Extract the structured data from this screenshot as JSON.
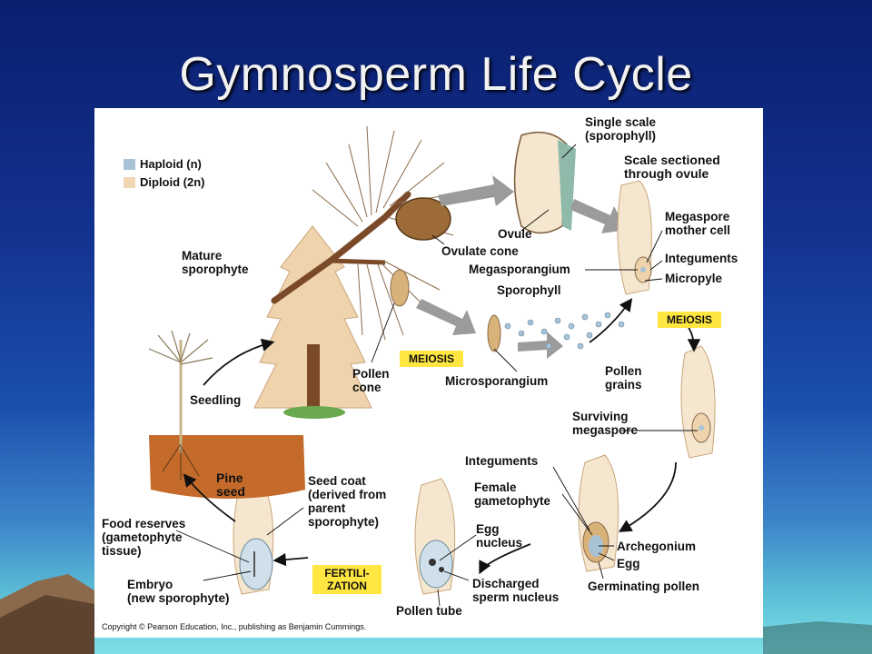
{
  "slide": {
    "title": "Gymnosperm Life Cycle"
  },
  "legend": {
    "haploid": "Haploid (n)",
    "diploid": "Diploid (2n)",
    "haploid_color": "#a8c3d6",
    "diploid_color": "#f1d6b4"
  },
  "labels": {
    "single_scale": "Single scale\n(sporophyll)",
    "scale_sectioned": "Scale sectioned\nthrough ovule",
    "ovule": "Ovule",
    "ovulate_cone": "Ovulate cone",
    "megasporangium": "Megasporangium",
    "megaspore_mother_cell": "Megaspore\nmother cell",
    "integuments_top": "Integuments",
    "micropyle": "Micropyle",
    "sporophyll": "Sporophyll",
    "mature_sporophyte": "Mature\nsporophyte",
    "pollen_cone": "Pollen\ncone",
    "microsporangium": "Microsporangium",
    "pollen_grains": "Pollen\ngrains",
    "seedling": "Seedling",
    "surviving_megaspore": "Surviving\nmegaspore",
    "integuments_bottom": "Integuments",
    "female_gametophyte": "Female\ngametophyte",
    "archegonium": "Archegonium",
    "egg": "Egg",
    "germinating_pollen": "Germinating pollen",
    "egg_nucleus": "Egg\nnucleus",
    "discharged_sperm": "Discharged\nsperm nucleus",
    "pollen_tube": "Pollen tube",
    "pine_seed": "Pine\nseed",
    "seed_coat": "Seed coat\n(derived from\nparent\nsporophyte)",
    "food_reserves": "Food reserves\n(gametophyte\ntissue)",
    "embryo": "Embryo\n(new sporophyte)"
  },
  "tags": {
    "meiosis_left": "MEIOSIS",
    "meiosis_right": "MEIOSIS",
    "fertilization": "FERTILI-\nZATION"
  },
  "footer": {
    "copyright": "Copyright © Pearson Education, Inc., publishing as Benjamin Cummings."
  }
}
